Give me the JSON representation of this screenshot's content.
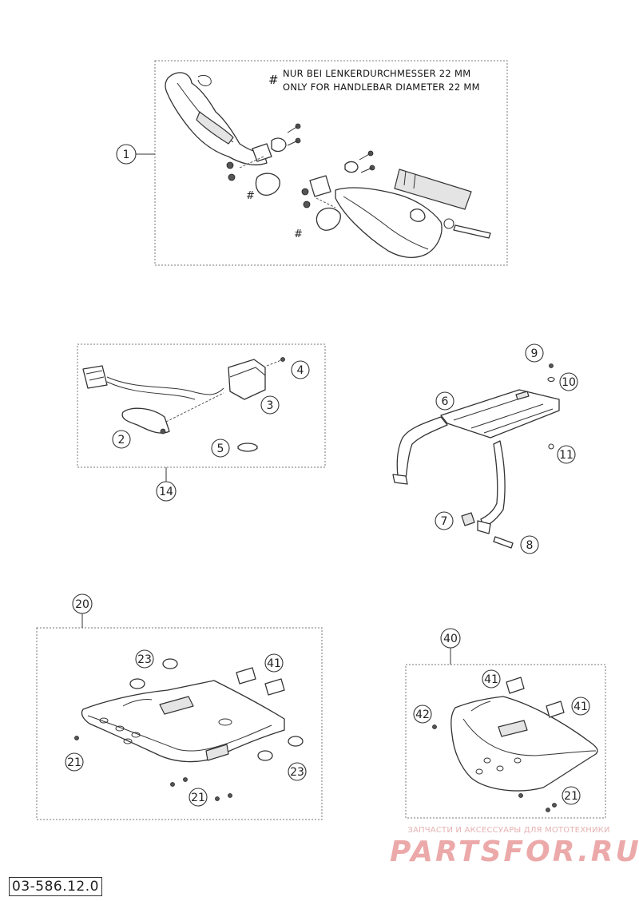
{
  "note": {
    "symbol": "#",
    "line_de": "NUR BEI LENKERDURCHMESSER 22 MM",
    "line_en": "ONLY FOR HANDLEBAR DIAMETER 22 MM"
  },
  "callouts": {
    "c1": "1",
    "c2": "2",
    "c3": "3",
    "c4": "4",
    "c5": "5",
    "c6": "6",
    "c7": "7",
    "c8": "8",
    "c9": "9",
    "c10": "10",
    "c11": "11",
    "c14": "14",
    "c20": "20",
    "c21a": "21",
    "c21b": "21",
    "c21c": "21",
    "c23a": "23",
    "c23b": "23",
    "c40": "40",
    "c41a": "41",
    "c41b": "41",
    "c41c": "41",
    "c42": "42"
  },
  "hash_marks": {
    "h1": "#",
    "h2": "#"
  },
  "document_number": "03-586.12.0",
  "watermark": {
    "subtitle": "ЗАПЧАСТИ И АКСЕССУАРЫ ДЛЯ МОТОТЕХНИКИ",
    "logo": "PARTSFOR.RU"
  },
  "colors": {
    "line": "#333333",
    "frame": "#666666",
    "watermark": "#e8a0a0"
  }
}
